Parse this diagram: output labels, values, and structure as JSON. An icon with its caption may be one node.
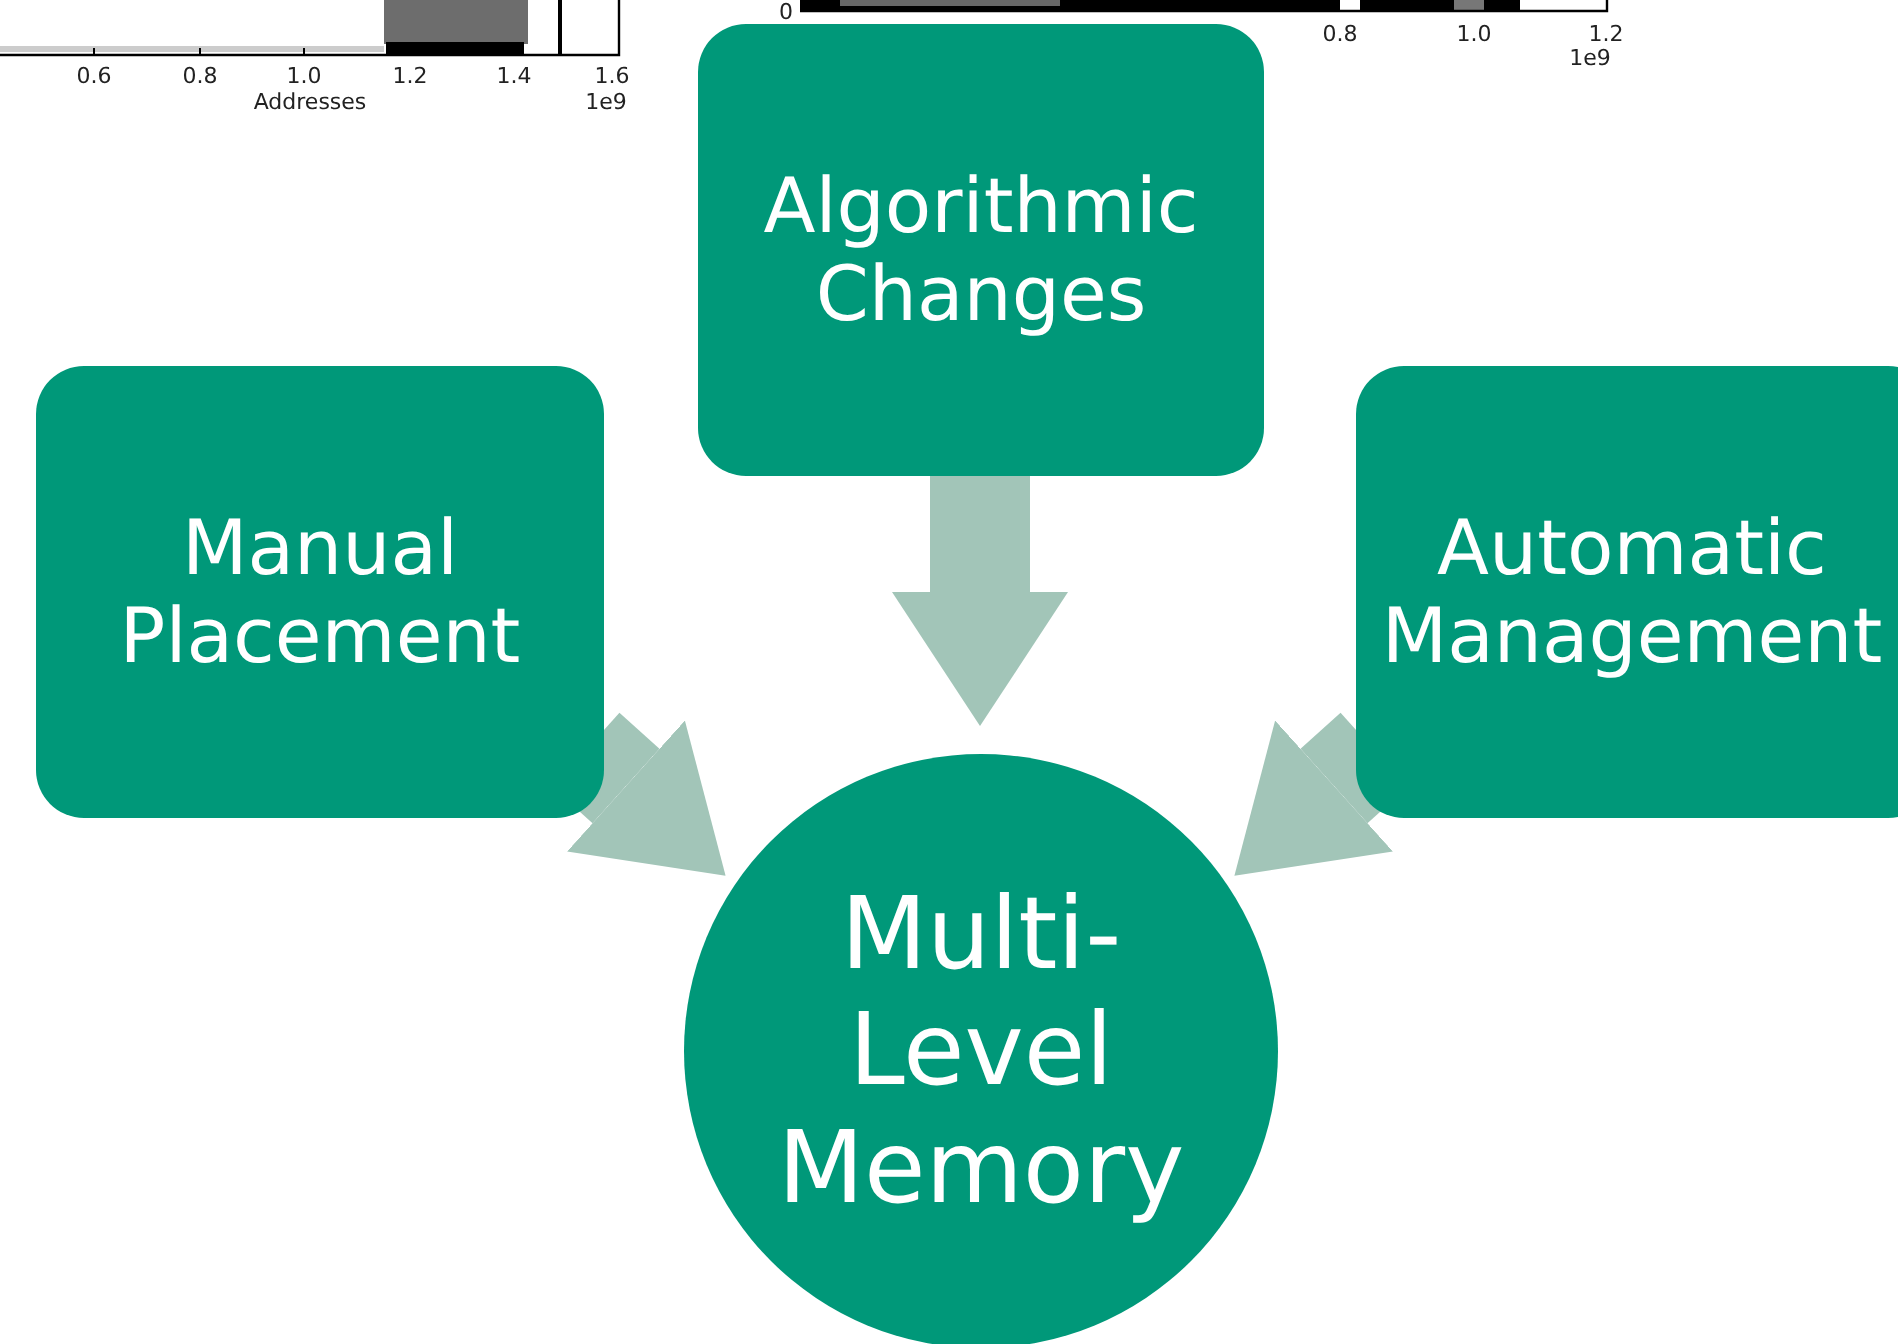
{
  "diagram": {
    "nodes": [
      {
        "text": [
          "Algorithmic Changes"
        ]
      },
      {
        "text": [
          "Manual Placement"
        ]
      },
      {
        "text": [
          "Automatic Management"
        ]
      },
      {
        "text": [
          "Multi-Level Memory"
        ]
      }
    ],
    "edges": [
      {
        "from": 0,
        "to": 3,
        "arrow": "to"
      },
      {
        "from": 1,
        "to": 3,
        "arrow": "to"
      },
      {
        "from": 2,
        "to": 3,
        "arrow": "to"
      }
    ],
    "labels": [
      "0",
      "0.8",
      "1.0",
      "1.2",
      "1e9",
      "0.6",
      "0.8",
      "1.0",
      "1.2",
      "1.4",
      "1.6",
      "Addresses",
      "1e9"
    ]
  }
}
